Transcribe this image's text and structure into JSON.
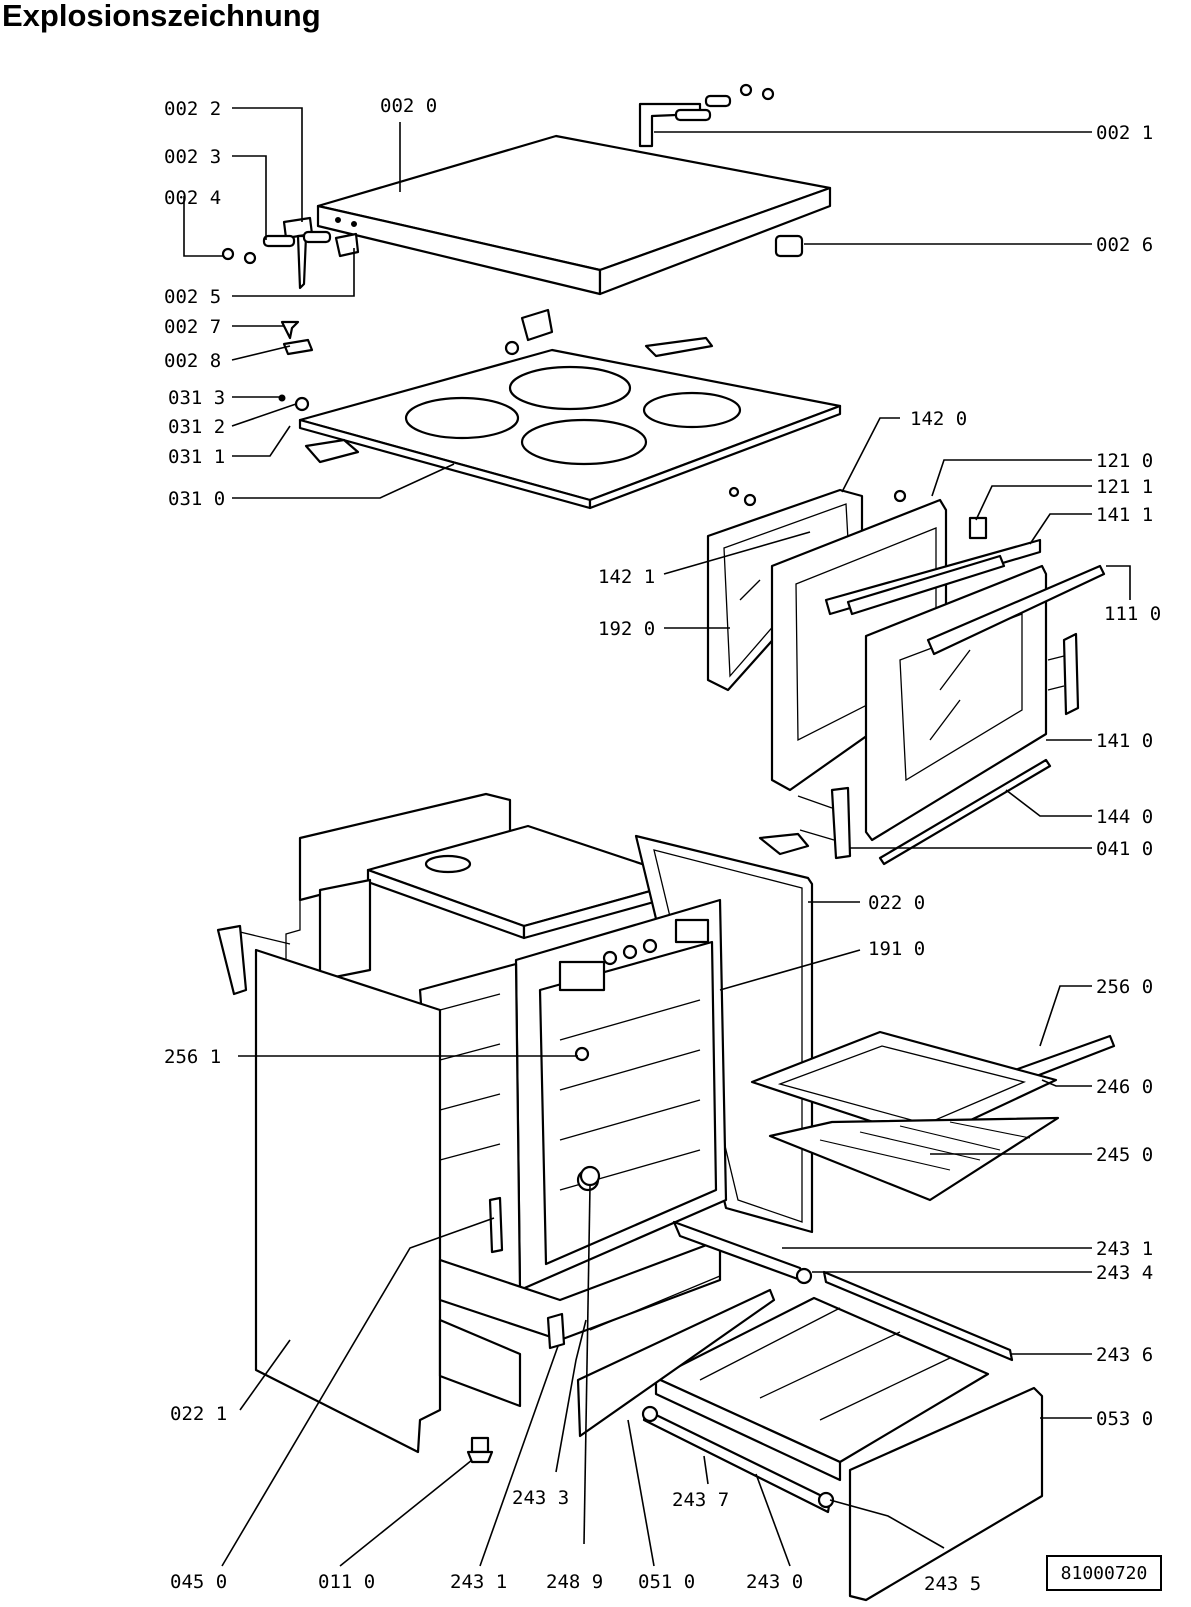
{
  "title": "Explosionszeichnung",
  "document_number": "81000720",
  "labels": {
    "l_002_2": "002 2",
    "l_002_0": "002 0",
    "l_002_1": "002 1",
    "l_002_3": "002 3",
    "l_002_4": "002 4",
    "l_002_6": "002 6",
    "l_002_5": "002 5",
    "l_002_7": "002 7",
    "l_002_8": "002 8",
    "l_031_3": "031 3",
    "l_031_2": "031 2",
    "l_031_1": "031 1",
    "l_031_0": "031 0",
    "l_142_0": "142 0",
    "l_121_0": "121 0",
    "l_121_1": "121 1",
    "l_141_1": "141 1",
    "l_142_1": "142 1",
    "l_111_0": "111 0",
    "l_192_0": "192 0",
    "l_141_0": "141 0",
    "l_144_0": "144 0",
    "l_041_0": "041 0",
    "l_022_0": "022 0",
    "l_191_0": "191 0",
    "l_256_0": "256 0",
    "l_256_1": "256 1",
    "l_246_0": "246 0",
    "l_245_0": "245 0",
    "l_243_1a": "243 1",
    "l_243_4": "243 4",
    "l_243_6": "243 6",
    "l_022_1": "022 1",
    "l_053_0": "053 0",
    "l_243_3": "243 3",
    "l_243_7": "243 7",
    "l_045_0": "045 0",
    "l_011_0": "011 0",
    "l_243_1b": "243 1",
    "l_248_9": "248 9",
    "l_051_0": "051 0",
    "l_243_0": "243 0",
    "l_243_5": "243 5"
  }
}
